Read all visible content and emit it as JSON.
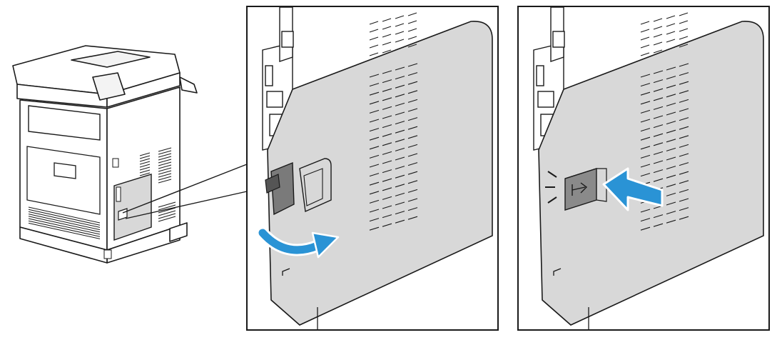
{
  "figure": {
    "description_shown_text": "",
    "panels": [
      {
        "id": "overview",
        "content": "printer-rear-view"
      },
      {
        "id": "step-1",
        "content": "open-connector-cover"
      },
      {
        "id": "step-2",
        "content": "press-cover-latch"
      }
    ],
    "colors": {
      "line": "#1a1a1a",
      "panel_fill": "#d8d8d8",
      "body_fill": "#ffffff",
      "arrow": "#2a93d5",
      "arrow_outline": "#ffffff"
    },
    "icons": [
      "printer-icon",
      "curved-arrow-icon",
      "push-arrow-icon",
      "latch-arrow-icon"
    ]
  }
}
